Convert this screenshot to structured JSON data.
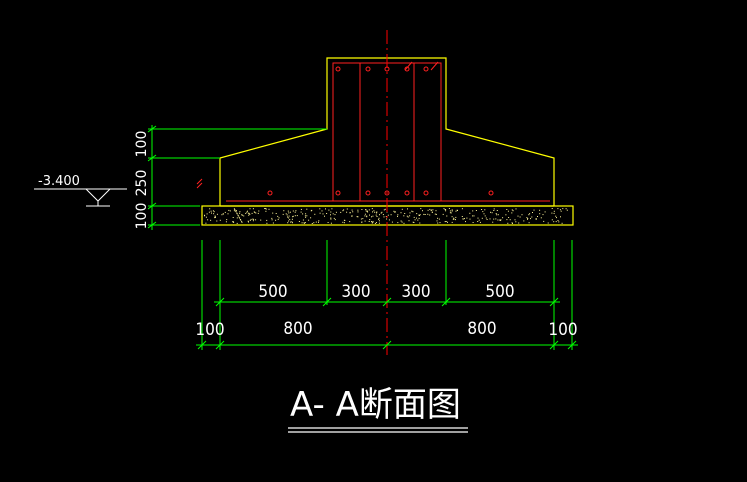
{
  "drawing": {
    "title": "A- A断面图",
    "elevation_label": "-3.400",
    "colors": {
      "background": "#000000",
      "dimension": "#00ff00",
      "outline": "#ffff00",
      "rebar": "#ff2020",
      "centerline": "#ff0000",
      "text": "#ffffff",
      "concrete_fill": "#fff59a"
    },
    "vertical_dims": [
      "100",
      "250",
      "100"
    ],
    "horizontal_dims_row1": [
      "500",
      "300",
      "300",
      "500"
    ],
    "horizontal_dims_row2": [
      "100",
      "800",
      "800",
      "100"
    ]
  }
}
